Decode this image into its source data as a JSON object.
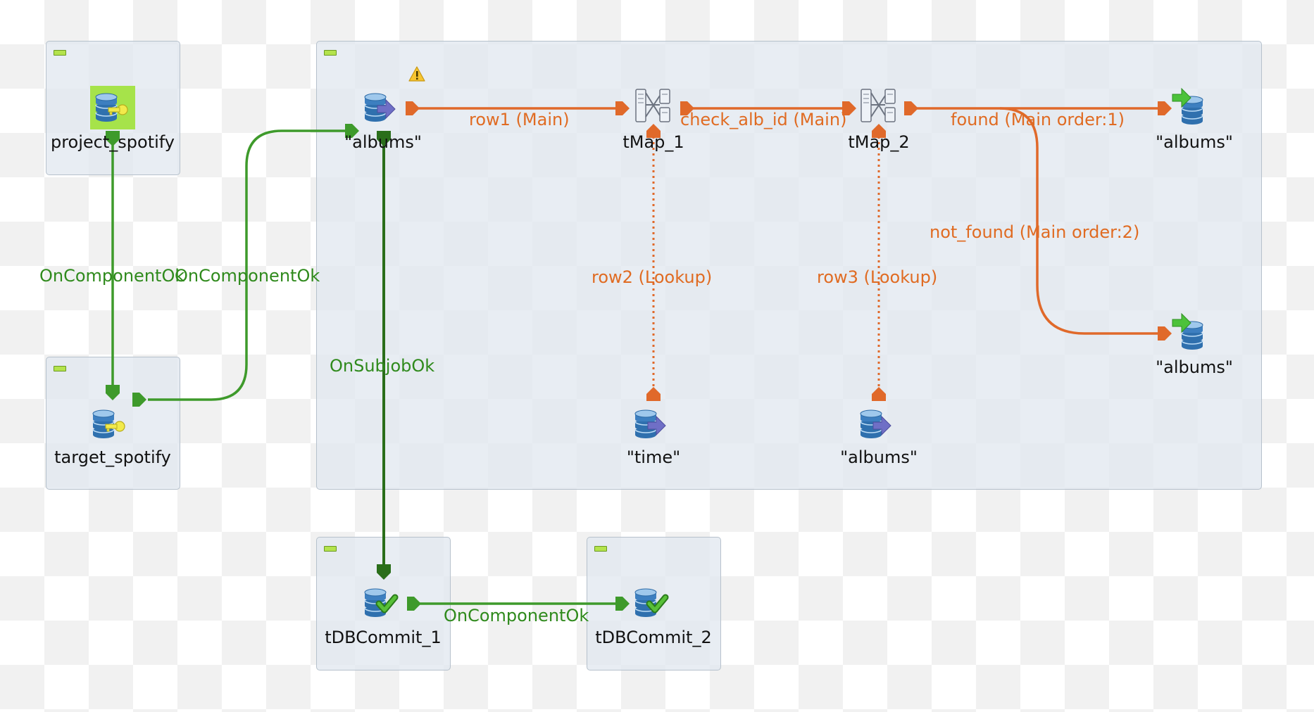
{
  "components": {
    "project_spotify": "project_spotify",
    "target_spotify": "target_spotify",
    "albums_input": "\"albums\"",
    "tmap_1": "tMap_1",
    "tmap_2": "tMap_2",
    "albums_found": "\"albums\"",
    "albums_not_found": "\"albums\"",
    "time_input": "\"time\"",
    "albums_lookup": "\"albums\"",
    "tdbcommit_1": "tDBCommit_1",
    "tdbcommit_2": "tDBCommit_2"
  },
  "connections": {
    "oncomponentok_1": "OnComponentOk",
    "oncomponentok_2": "OnComponentOk",
    "onsubjobok": "OnSubjobOk",
    "oncomponentok_3": "OnComponentOk",
    "row1": "row1 (Main)",
    "check_alb_id": "check_alb_id (Main)",
    "found": "found (Main order:1)",
    "not_found": "not_found (Main order:2)",
    "row2": "row2 (Lookup)",
    "row3": "row3 (Lookup)"
  },
  "colors": {
    "trigger_green": "#3e9a2b",
    "subjob_green": "#2a6e1a",
    "row_orange": "#e0692a",
    "db_blue": "#3d7fc0",
    "arrow_purple": "#6f6fc6",
    "arrow_green": "#4cc23a",
    "key_yellow": "#f2ea4b",
    "check_green": "#58c038",
    "warning_yellow": "#f7c531"
  },
  "icons": {
    "db_connection": "database-key-icon",
    "db_input": "database-input-icon",
    "db_output": "database-output-icon",
    "tmap": "tmap-icon",
    "db_commit": "database-commit-icon",
    "warning": "warning-icon",
    "collapse": "collapse-icon"
  }
}
